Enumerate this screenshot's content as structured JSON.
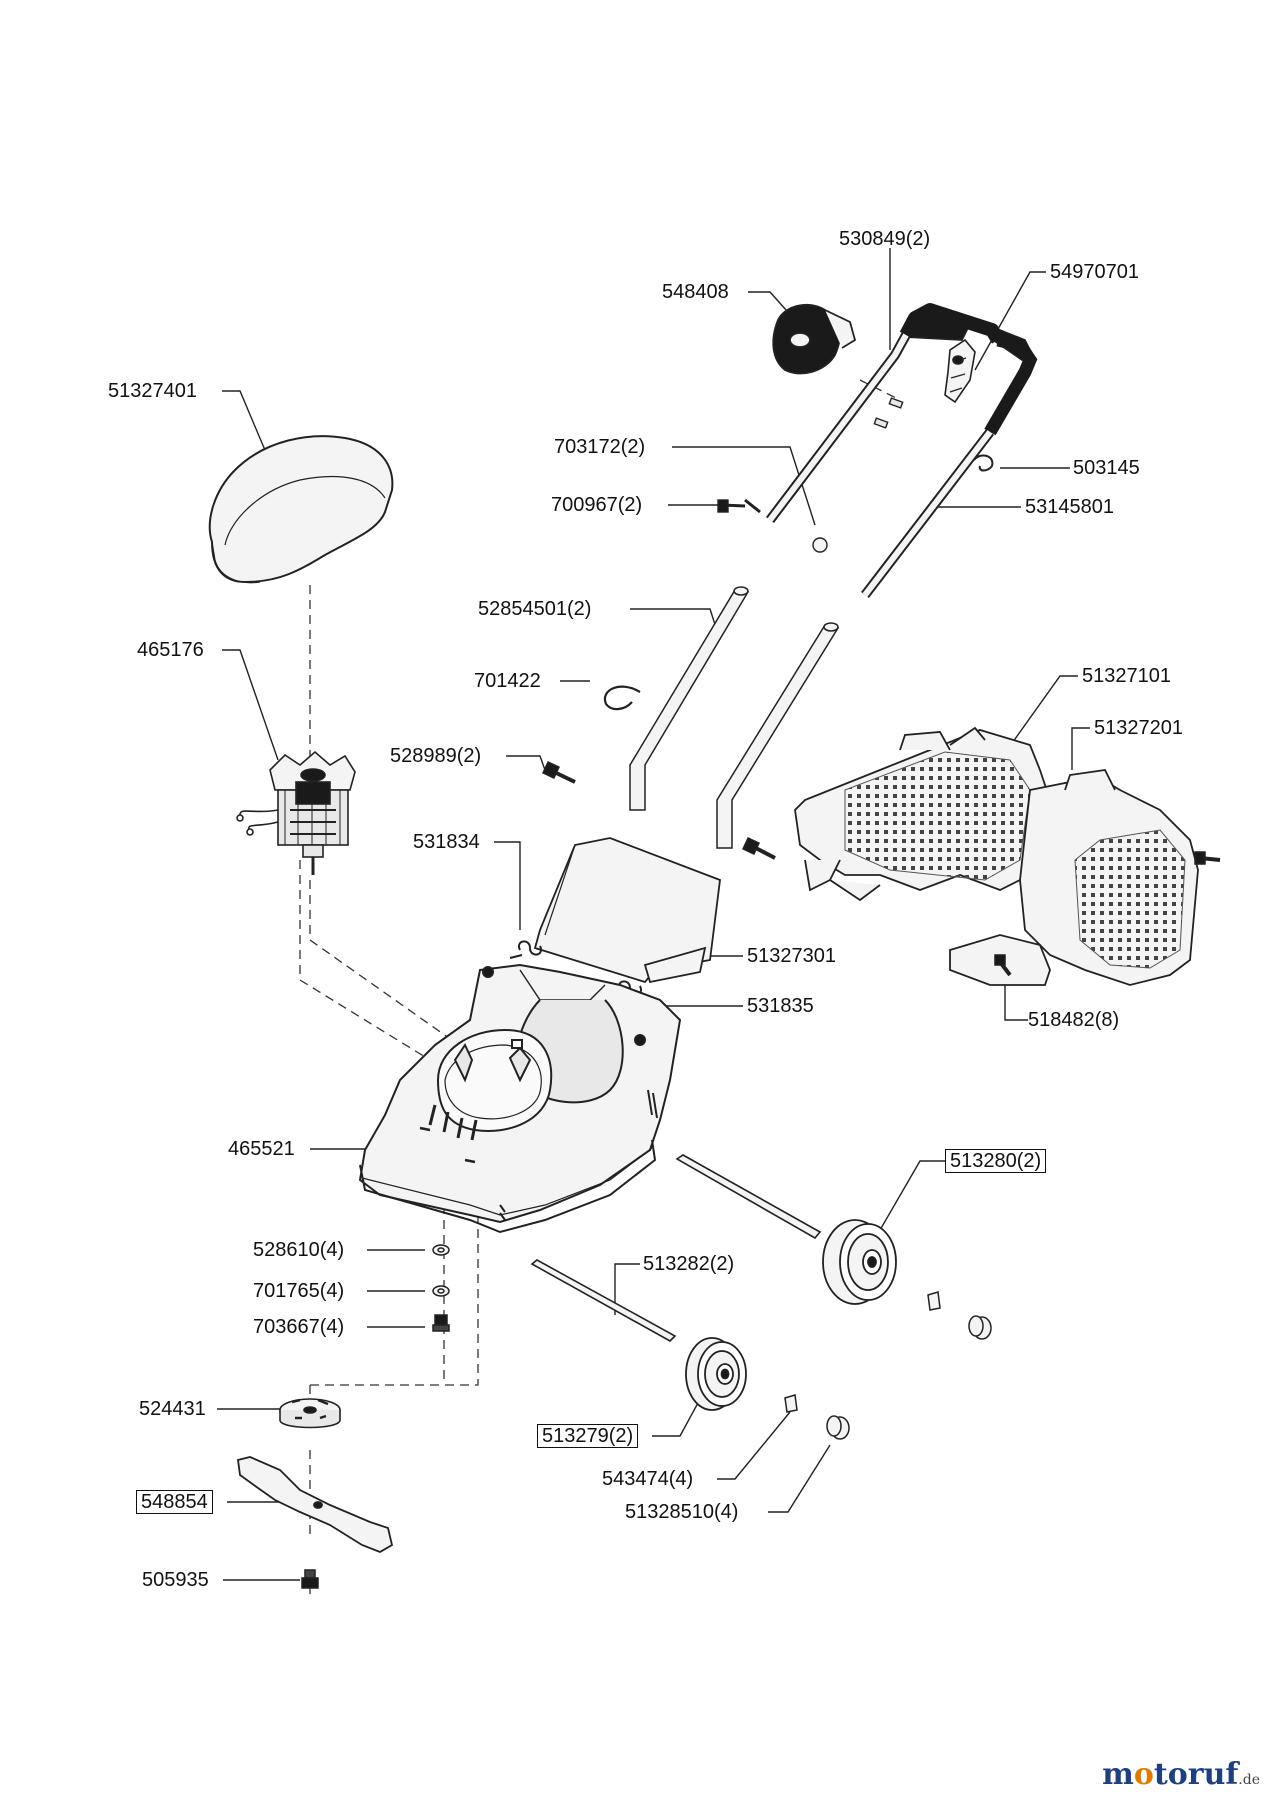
{
  "labels": {
    "p530849": "530849(2)",
    "p54970701": "54970701",
    "p548408": "548408",
    "p51327401": "51327401",
    "p703172": "703172(2)",
    "p503145": "503145",
    "p700967": "700967(2)",
    "p53145801": "53145801",
    "p52854501": "52854501(2)",
    "p465176": "465176",
    "p701422": "701422",
    "p51327101": "51327101",
    "p51327201": "51327201",
    "p528989": "528989(2)",
    "p531834": "531834",
    "p51327301": "51327301",
    "p531835": "531835",
    "p518482": "518482(8)",
    "p465521": "465521",
    "p513280": "513280(2)",
    "p528610": "528610(4)",
    "p513282": "513282(2)",
    "p701765": "701765(4)",
    "p703667": "703667(4)",
    "p524431": "524431",
    "p513279": "513279(2)",
    "p543474": "543474(4)",
    "p548854": "548854",
    "p51328510": "51328510(4)",
    "p505935": "505935"
  },
  "watermark": {
    "m": "m",
    "o1": "o",
    "tor": "tor",
    "o2": "u",
    "rest": "f",
    "tld": ".de"
  },
  "colors": {
    "line": "#222222",
    "part_fill": "#f4f4f4",
    "dark_fill": "#1a1a1a",
    "mesh": "#555555"
  }
}
